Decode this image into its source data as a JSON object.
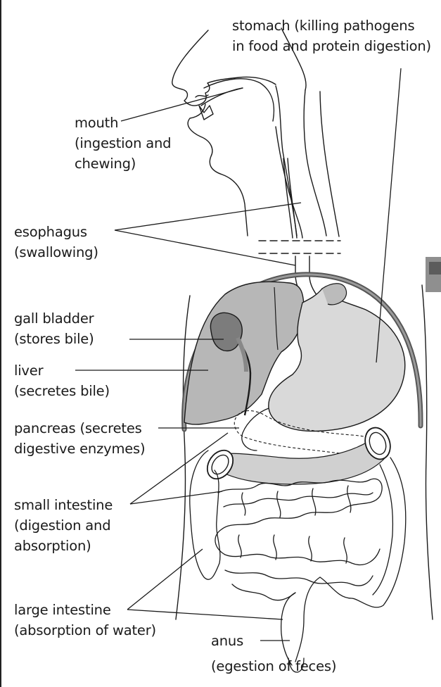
{
  "diagram": {
    "labels": {
      "stomach": {
        "line1": "stomach (killing pathogens",
        "line2": "in food and protein digestion)"
      },
      "mouth": {
        "line1": "mouth",
        "line2": "(ingestion and",
        "line3": "chewing)"
      },
      "esophagus": {
        "line1": "esophagus",
        "line2": "(swallowing)"
      },
      "gall_bladder": {
        "line1": "gall bladder",
        "line2": "(stores bile)"
      },
      "liver": {
        "line1": "liver",
        "line2": "(secretes bile)"
      },
      "pancreas": {
        "line1": "pancreas (secretes",
        "line2": "digestive enzymes)"
      },
      "small_intestine": {
        "line1": "small intestine",
        "line2": "(digestion and",
        "line3": "absorption)"
      },
      "large_intestine": {
        "line1": "large intestine",
        "line2": "(absorption of water)"
      },
      "anus": {
        "line1": "anus",
        "line2": "(egestion of feces)"
      }
    },
    "colors": {
      "outline": "#1a1a1a",
      "liver_fill": "#b7b7b7",
      "gall_bladder_fill": "#7c7c7c",
      "stomach_fill": "#d9d9d9",
      "colon_fill": "#d0d0d0"
    }
  }
}
